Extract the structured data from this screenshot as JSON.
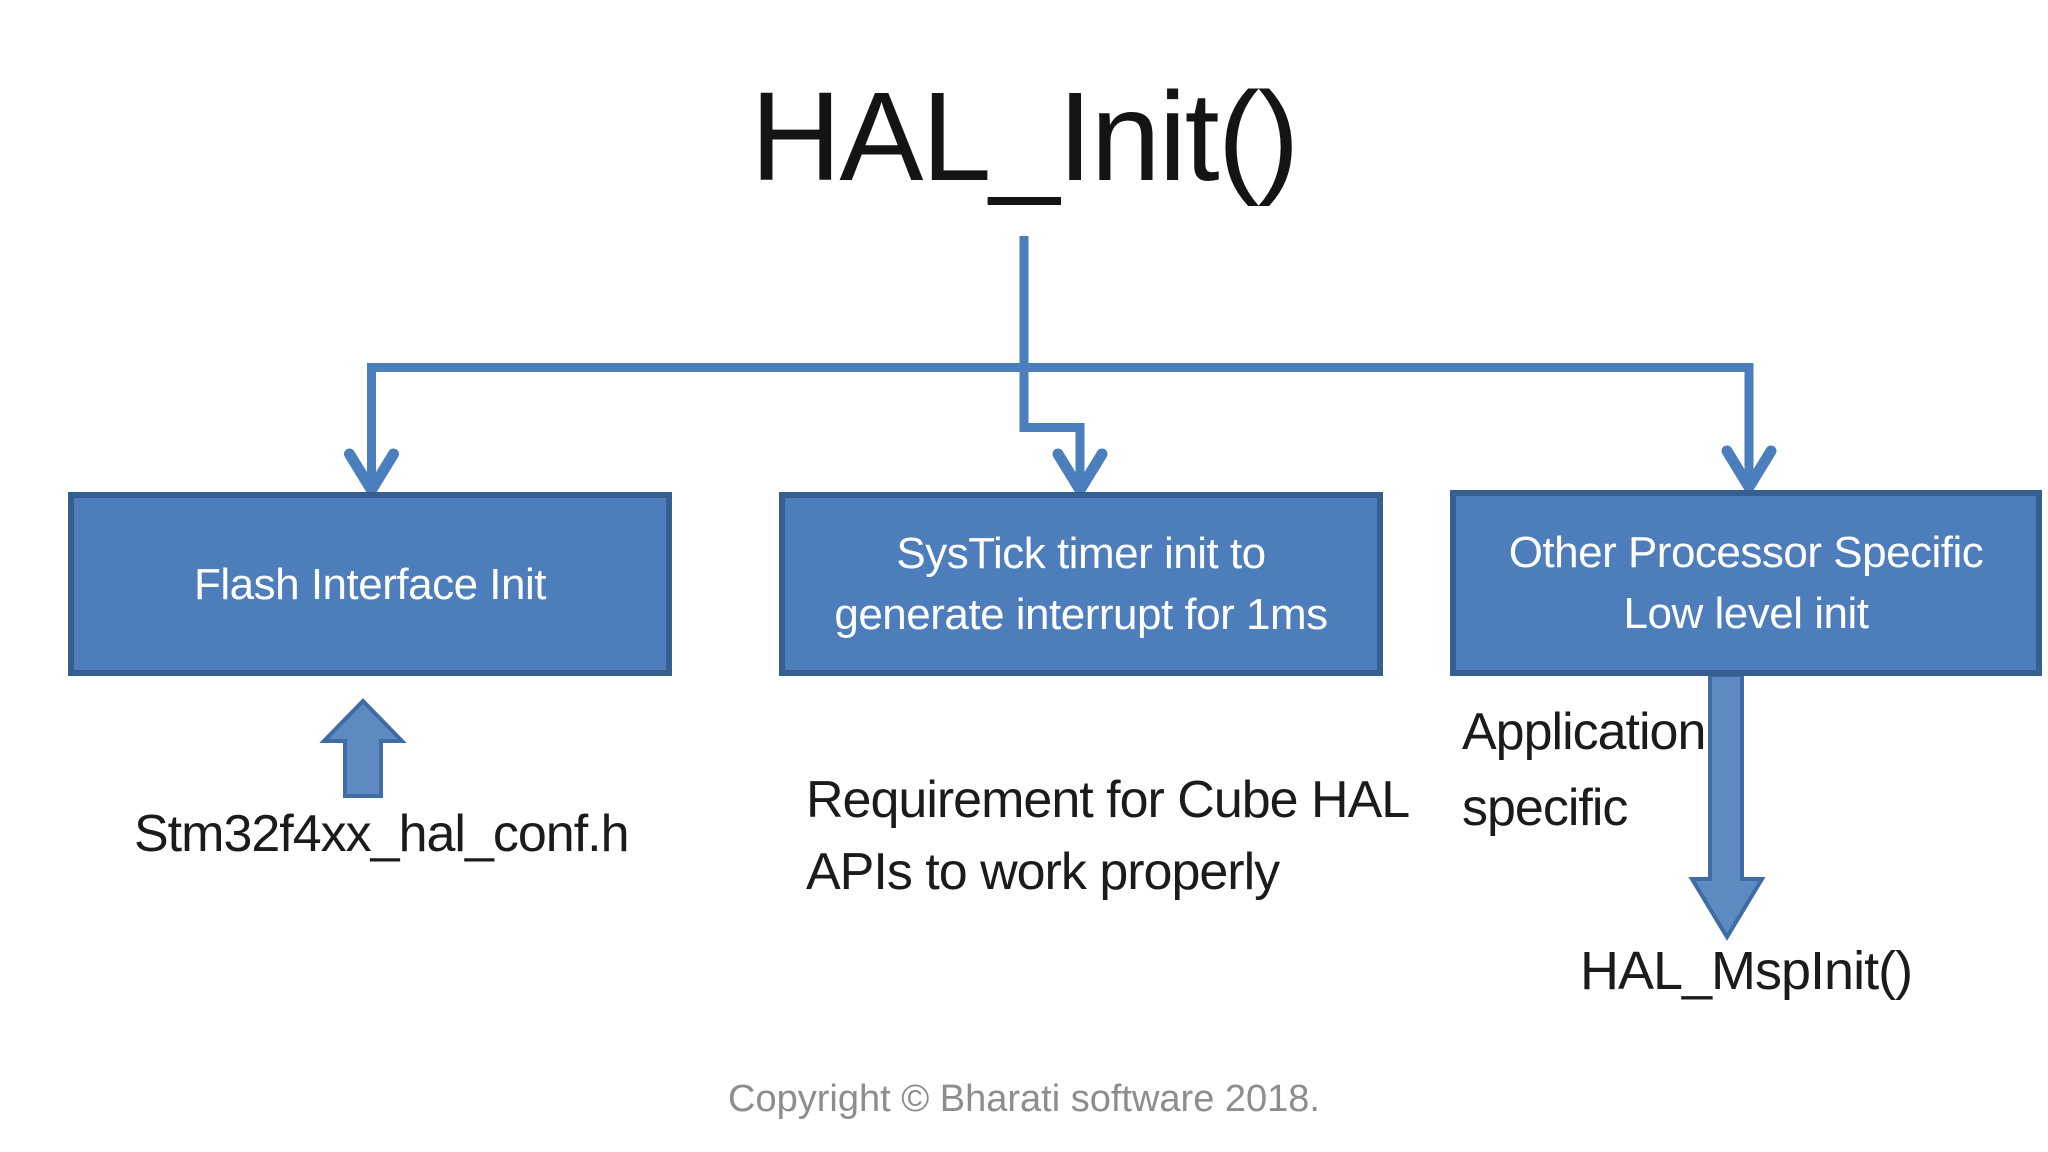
{
  "slide": {
    "title": "HAL_Init()",
    "boxes": {
      "flash": {
        "lines": [
          "Flash Interface Init"
        ]
      },
      "systick": {
        "lines": [
          "SysTick timer init to",
          "generate interrupt for 1ms"
        ]
      },
      "other": {
        "lines": [
          "Other Processor Specific",
          "Low level init"
        ]
      }
    },
    "notes": {
      "flash_source": "Stm32f4xx_hal_conf.h",
      "systick_note": {
        "lines": [
          "Requirement for Cube HAL",
          "APIs to work properly"
        ]
      },
      "app_specific": {
        "lines": [
          "Application",
          "specific"
        ]
      },
      "msp_callback": "HAL_MspInit()"
    },
    "footer": "Copyright © Bharati software 2018.",
    "colors": {
      "background": "#ffffff",
      "box_fill": "#4e7dbb",
      "box_border": "#365f91",
      "box_text": "#ffffff",
      "connector": "#4a7ebc",
      "arrow_fill": "#5e8ac2",
      "arrow_border": "#3f6ba6",
      "title_text": "#141414",
      "note_text": "#1b1b1b",
      "footer_text": "#8d8d8d"
    }
  }
}
